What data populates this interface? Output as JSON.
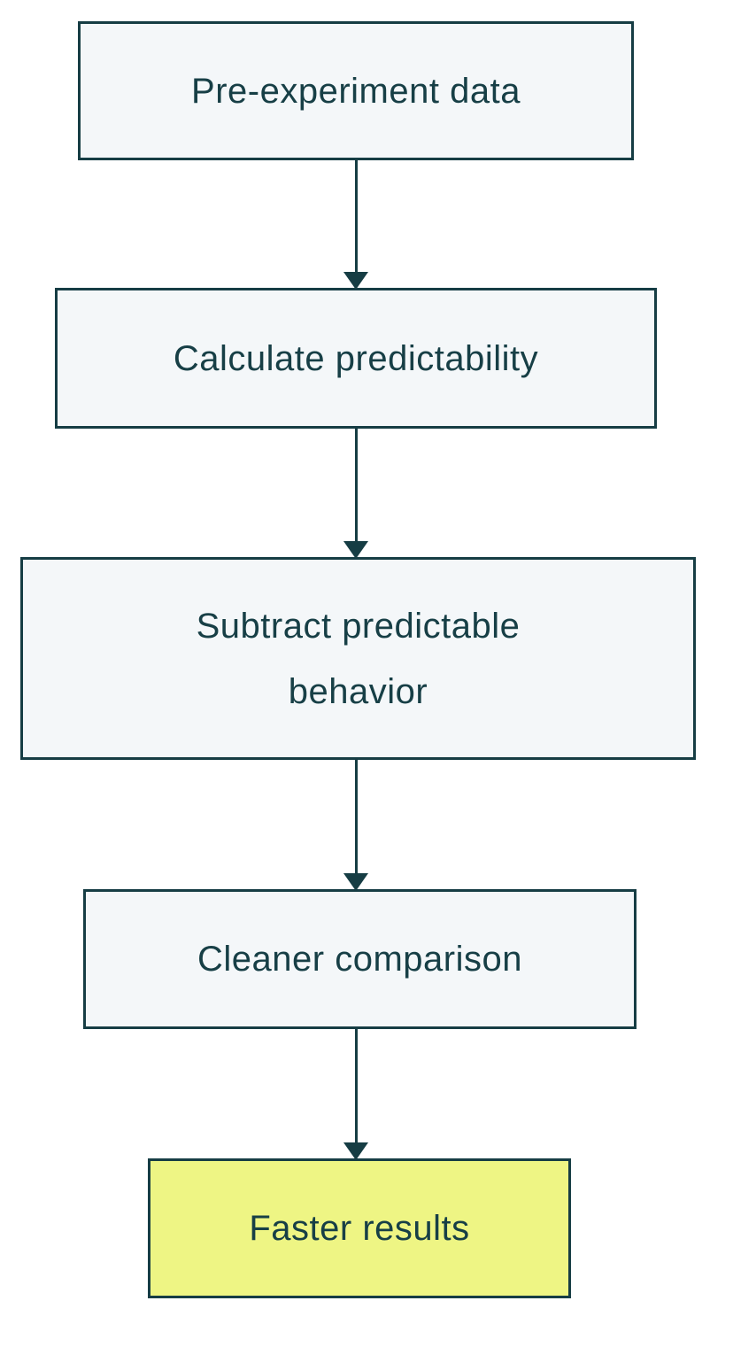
{
  "diagram": {
    "type": "flowchart",
    "direction": "top-down",
    "nodes": [
      {
        "id": "n1",
        "label": "Pre-experiment data",
        "kind": "step"
      },
      {
        "id": "n2",
        "label": "Calculate predictability",
        "kind": "step"
      },
      {
        "id": "n3",
        "label": "Subtract predictable behavior",
        "kind": "step",
        "lines": [
          "Subtract predictable",
          "behavior"
        ]
      },
      {
        "id": "n4",
        "label": "Cleaner comparison",
        "kind": "step"
      },
      {
        "id": "n5",
        "label": "Faster results",
        "kind": "result"
      }
    ],
    "edges": [
      {
        "from": "n1",
        "to": "n2",
        "style": "solid-arrow-down"
      },
      {
        "from": "n2",
        "to": "n3",
        "style": "solid-arrow-down"
      },
      {
        "from": "n3",
        "to": "n4",
        "style": "solid-arrow-down"
      },
      {
        "from": "n4",
        "to": "n5",
        "style": "solid-arrow-down"
      }
    ],
    "colors": {
      "stroke": "#163d44",
      "text": "#173f46",
      "node_fill": "#f4f7f9",
      "result_fill": "#eef584",
      "background": "#ffffff"
    }
  }
}
